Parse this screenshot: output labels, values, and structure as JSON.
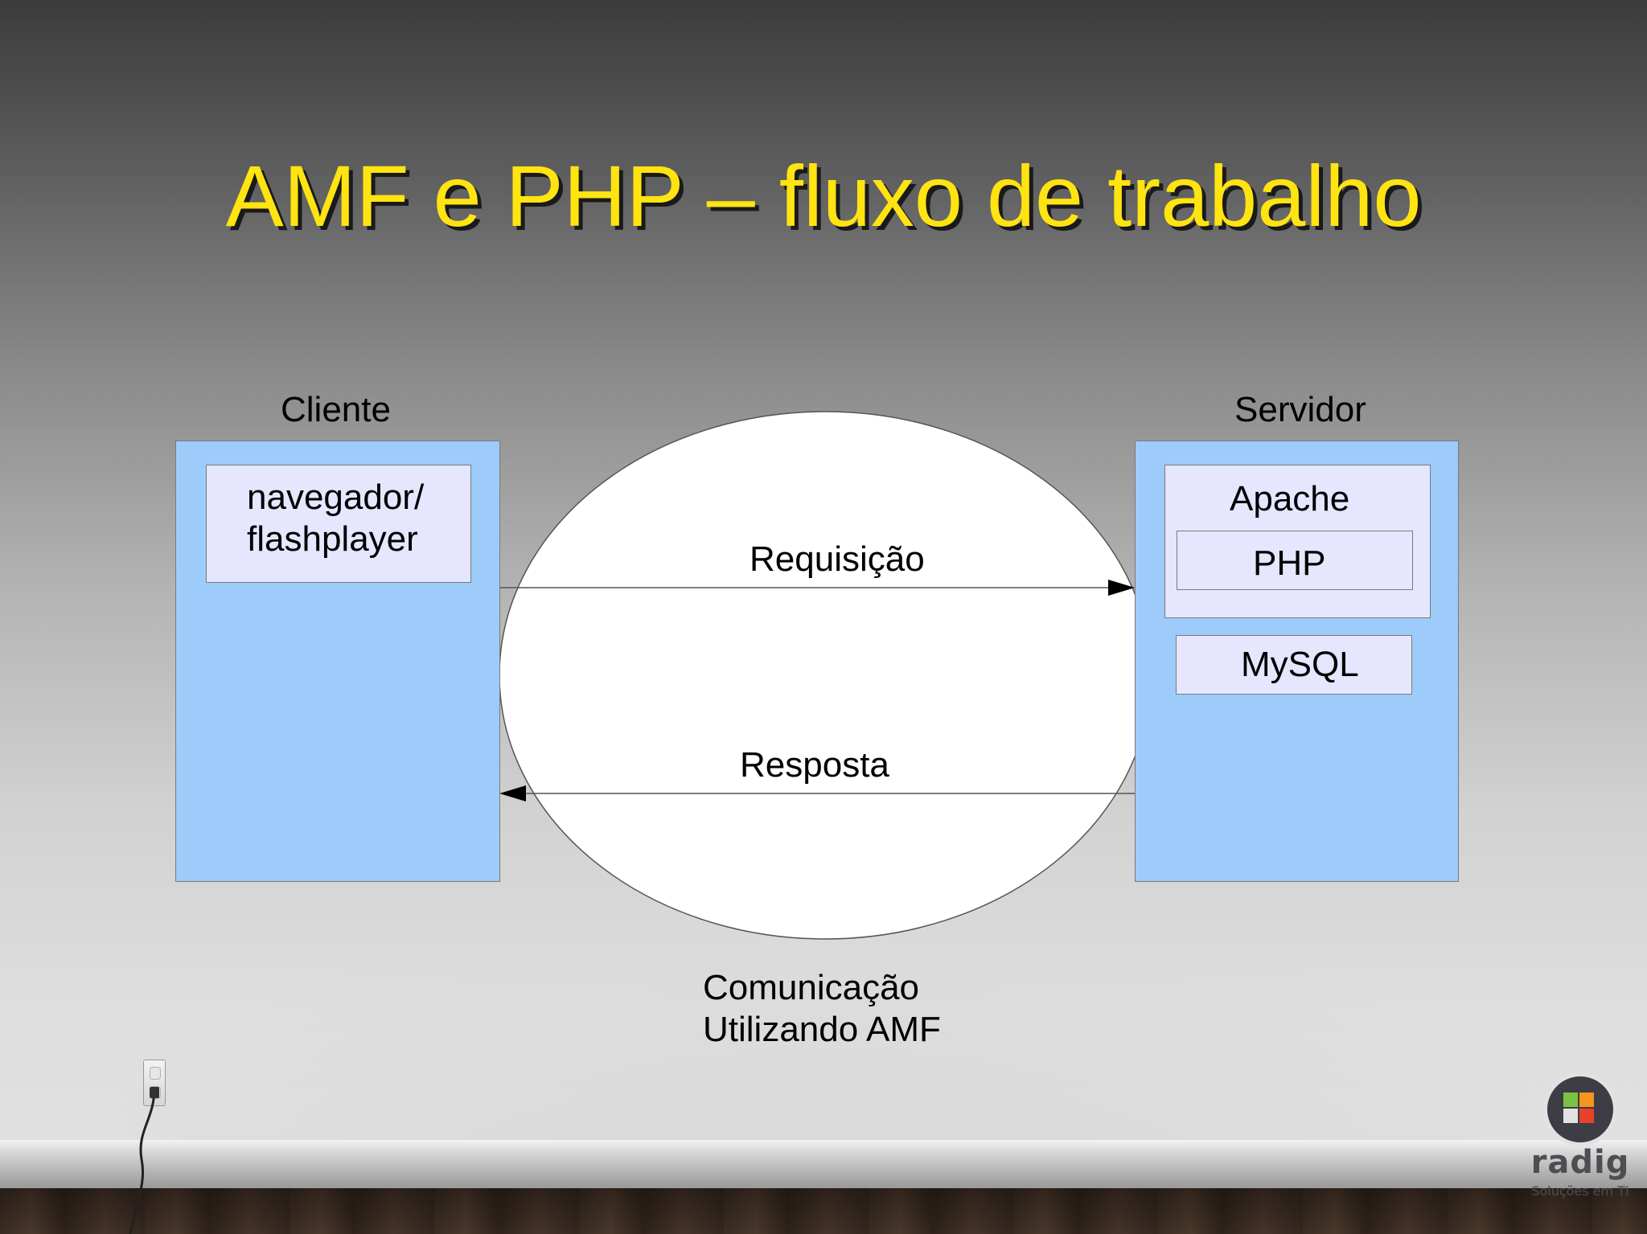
{
  "title": "AMF e PHP – fluxo de trabalho",
  "client": {
    "heading": "Cliente",
    "component_lines": [
      "navegador/",
      "flashplayer"
    ]
  },
  "server": {
    "heading": "Servidor",
    "web_server": "Apache",
    "language": "PHP",
    "database": "MySQL"
  },
  "flows": {
    "request": "Requisição",
    "response": "Resposta"
  },
  "caption_lines": [
    "Comunicação",
    "Utilizando AMF"
  ],
  "logo": {
    "name": "radig",
    "tagline": "Soluções em TI"
  },
  "colors": {
    "title": "#ffe411",
    "panel": "#9dcbfa",
    "component_box": "#e6e6ff",
    "ellipse": "#ffffff"
  }
}
